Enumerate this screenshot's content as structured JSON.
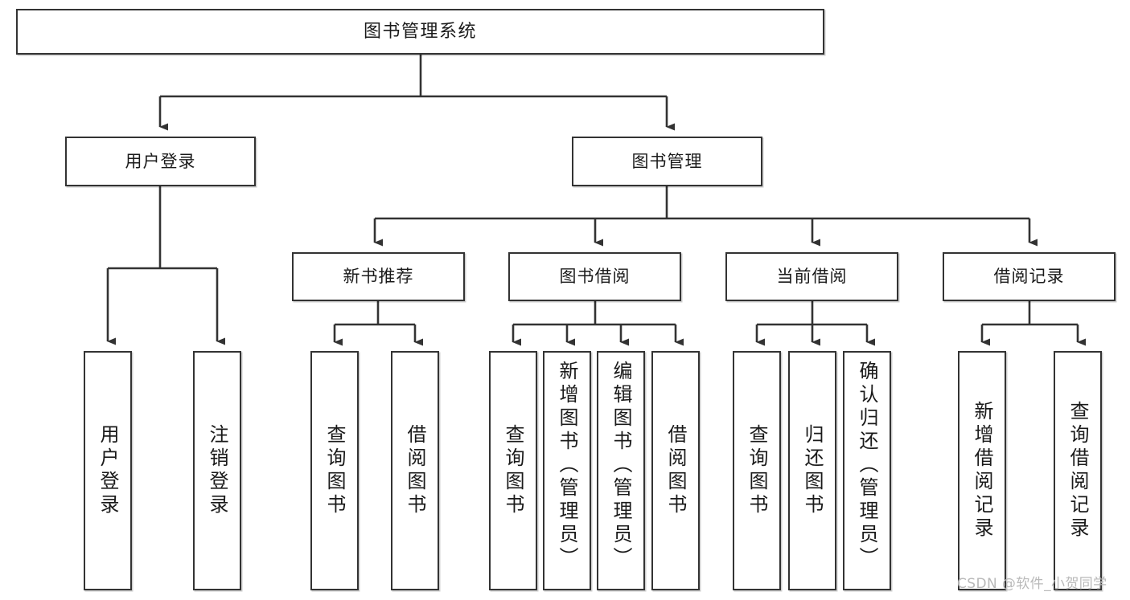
{
  "diagram": {
    "type": "tree-hierarchy-functional-decomposition",
    "root": {
      "label": "图书管理系统"
    },
    "level2": [
      {
        "label": "用户登录"
      },
      {
        "label": "图书管理"
      }
    ],
    "level3": [
      {
        "label": "新书推荐"
      },
      {
        "label": "图书借阅"
      },
      {
        "label": "当前借阅"
      },
      {
        "label": "借阅记录"
      }
    ],
    "leaves": {
      "user_login": [
        {
          "label": "用户登录"
        },
        {
          "label": "注销登录"
        }
      ],
      "new_book_recommend": [
        {
          "label": "查询图书"
        },
        {
          "label": "借阅图书"
        }
      ],
      "book_borrow": [
        {
          "label": "查询图书"
        },
        {
          "label": "新增图书（管理员）"
        },
        {
          "label": "编辑图书（管理员）"
        },
        {
          "label": "借阅图书"
        }
      ],
      "current_borrow": [
        {
          "label": "查询图书"
        },
        {
          "label": "归还图书"
        },
        {
          "label": "确认归还（管理员）"
        }
      ],
      "borrow_record": [
        {
          "label": "新增借阅记录"
        },
        {
          "label": "查询借阅记录"
        }
      ]
    }
  },
  "watermark": {
    "text": "CSDN @软件_小贺同学"
  },
  "colors": {
    "box_border": "#333333",
    "box_fill": "#ffffff",
    "connector": "#333333",
    "text": "#1a1a1a",
    "watermark": "#b9b9b9"
  }
}
